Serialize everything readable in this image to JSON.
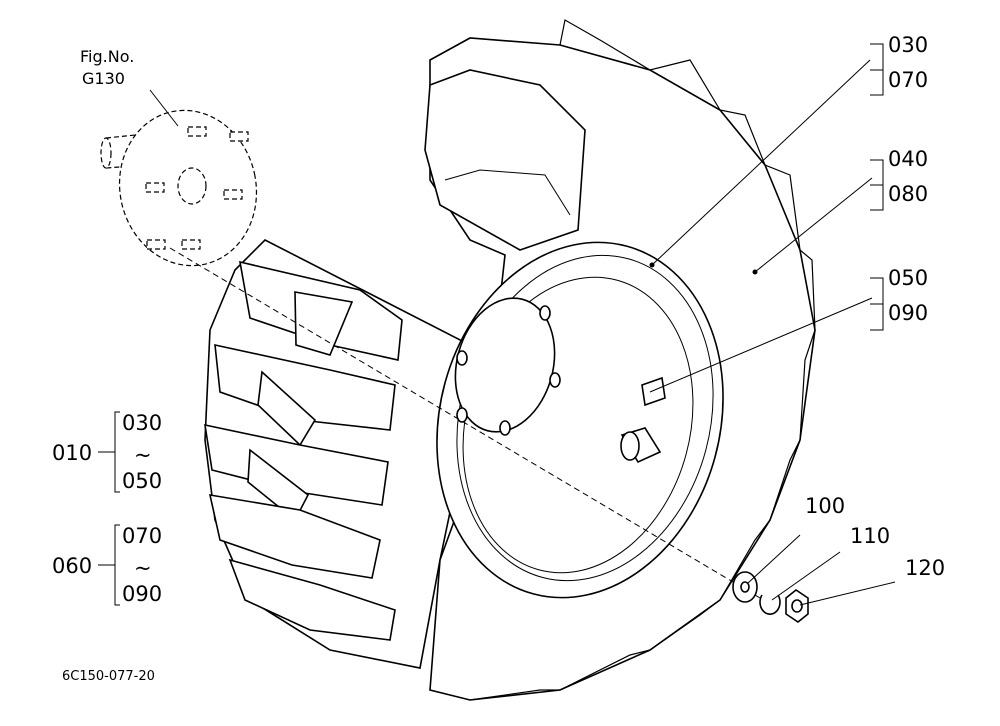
{
  "figure_ref": {
    "line1": "Fig.No.",
    "line2": "G130"
  },
  "callouts": {
    "c030": "030",
    "c070": "070",
    "c040": "040",
    "c080": "080",
    "c050": "050",
    "c090": "090",
    "c100": "100",
    "c110": "110",
    "c120": "120"
  },
  "assemblies": {
    "a010": {
      "id": "010",
      "from": "030",
      "tilde": "~",
      "to": "050"
    },
    "a060": {
      "id": "060",
      "from": "070",
      "tilde": "~",
      "to": "090"
    }
  },
  "drawing_code": "6C150-077-20"
}
